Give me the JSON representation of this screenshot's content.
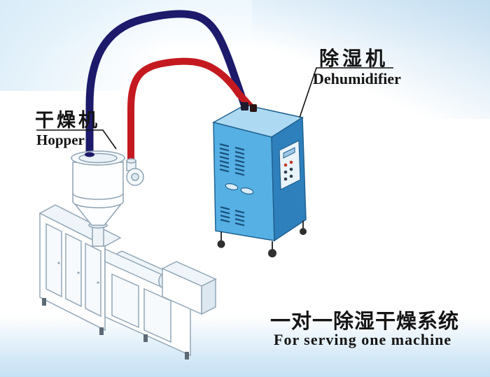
{
  "labels": {
    "hopper": {
      "zh": "干燥机",
      "en": "Hopper"
    },
    "dehumidifier": {
      "zh": "除湿机",
      "en": "Dehumidifier"
    }
  },
  "caption": {
    "zh": "一对一除湿干燥系统",
    "en": "For serving one machine"
  },
  "colors": {
    "pipe_return_air": "#1d1a6b",
    "pipe_hot_air": "#c41a1f",
    "cabinet_front": "#56b0e4",
    "cabinet_side": "#2e80bd",
    "cabinet_top": "#aed9f2",
    "machine_outline": "#93a7b7",
    "label_text": "#151515"
  },
  "diagram_parts": [
    "return-air-pipe",
    "hot-air-pipe",
    "hopper-dryer",
    "extruder-machine",
    "dehumidifier-cabinet"
  ]
}
